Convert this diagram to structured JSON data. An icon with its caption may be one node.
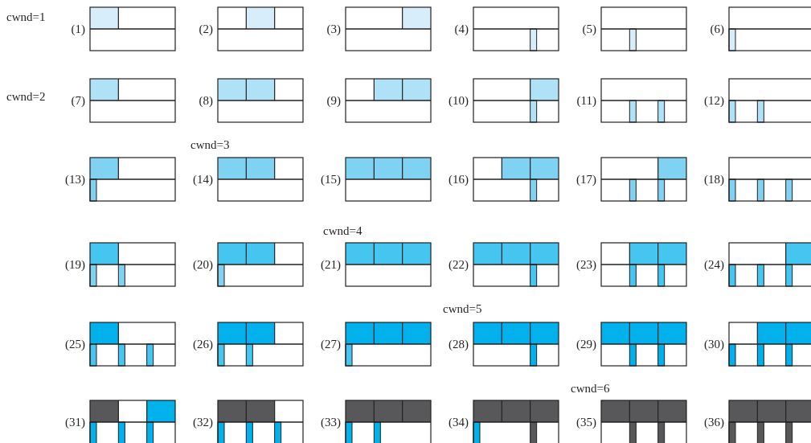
{
  "diagram": {
    "nodes": [
      {
        "text": [],
        "shape": "box",
        "beside": [
          "(1)"
        ]
      },
      {
        "text": [],
        "shape": "box",
        "beside": [
          "(2)"
        ]
      },
      {
        "text": [],
        "shape": "box",
        "beside": [
          "(3)"
        ]
      },
      {
        "text": [],
        "shape": "box",
        "beside": [
          "(4)"
        ]
      },
      {
        "text": [],
        "shape": "box",
        "beside": [
          "(5)"
        ]
      },
      {
        "text": [],
        "shape": "box",
        "beside": [
          "(6)"
        ]
      },
      {
        "text": [],
        "shape": "box",
        "beside": [
          "(7)"
        ]
      },
      {
        "text": [],
        "shape": "box",
        "beside": [
          "(8)"
        ]
      },
      {
        "text": [],
        "shape": "box",
        "beside": [
          "(9)"
        ]
      },
      {
        "text": [],
        "shape": "box",
        "beside": [
          "(10)"
        ]
      },
      {
        "text": [],
        "shape": "box",
        "beside": [
          "(11)"
        ]
      },
      {
        "text": [],
        "shape": "box",
        "beside": [
          "(12)"
        ]
      },
      {
        "text": [],
        "shape": "box",
        "beside": [
          "(13)"
        ]
      },
      {
        "text": [],
        "shape": "box",
        "beside": [
          "(14)"
        ]
      },
      {
        "text": [],
        "shape": "box",
        "beside": [
          "(15)"
        ]
      },
      {
        "text": [],
        "shape": "box",
        "beside": [
          "(16)"
        ]
      },
      {
        "text": [],
        "shape": "box",
        "beside": [
          "(17)"
        ]
      },
      {
        "text": [],
        "shape": "box",
        "beside": [
          "(18)"
        ]
      },
      {
        "text": [],
        "shape": "box",
        "beside": [
          "(19)"
        ]
      },
      {
        "text": [],
        "shape": "box",
        "beside": [
          "(20)"
        ]
      },
      {
        "text": [],
        "shape": "box",
        "beside": [
          "(21)"
        ]
      },
      {
        "text": [],
        "shape": "box",
        "beside": [
          "(22)"
        ]
      },
      {
        "text": [],
        "shape": "box",
        "beside": [
          "(23)"
        ]
      },
      {
        "text": [],
        "shape": "box",
        "beside": [
          "(24)"
        ]
      },
      {
        "text": [],
        "shape": "box",
        "beside": [
          "(25)"
        ]
      },
      {
        "text": [],
        "shape": "box",
        "beside": [
          "(26)"
        ]
      },
      {
        "text": [],
        "shape": "box",
        "beside": [
          "(27)"
        ]
      },
      {
        "text": [],
        "shape": "box",
        "beside": [
          "(28)"
        ]
      },
      {
        "text": [],
        "shape": "box",
        "beside": [
          "(29)"
        ]
      },
      {
        "text": [],
        "shape": "box",
        "beside": [
          "(30)"
        ]
      },
      {
        "text": [],
        "shape": "box",
        "beside": [
          "(31)"
        ]
      },
      {
        "text": [],
        "shape": "box",
        "beside": [
          "(32)"
        ]
      },
      {
        "text": [],
        "shape": "box",
        "beside": [
          "(33)"
        ]
      },
      {
        "text": [],
        "shape": "box",
        "beside": [
          "(34)"
        ]
      },
      {
        "text": [],
        "shape": "box",
        "beside": [
          "(35)"
        ]
      },
      {
        "text": [],
        "shape": "box",
        "beside": [
          "(36)"
        ]
      }
    ],
    "labels": [
      "cwnd=1",
      "cwnd=2",
      "cwnd=3",
      "cwnd=4",
      "cwnd=5",
      "cwnd=6"
    ]
  }
}
